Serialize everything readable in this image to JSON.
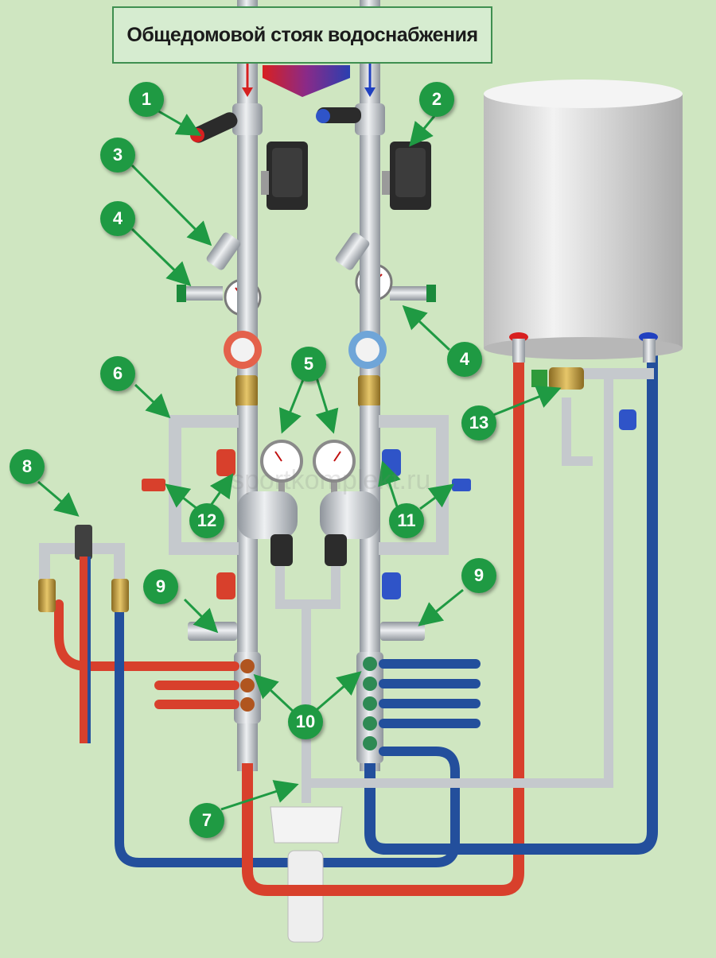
{
  "title": "Общедомовой стояк водоснабжения",
  "watermark": "sportkomplekt.ru",
  "callouts": [
    "1",
    "2",
    "3",
    "4",
    "4",
    "5",
    "6",
    "7",
    "8",
    "9",
    "9",
    "10",
    "11",
    "12",
    "13"
  ],
  "colors": {
    "background": "#cfe6c1",
    "hot_pipe": "#d8402c",
    "cold_pipe": "#234f9c",
    "fitting_metal": "#b9bec4",
    "callout_green": "#1f9a43",
    "boiler": "#d9d9d9"
  },
  "labels": {
    "n1": "1",
    "n2": "2",
    "n3": "3",
    "n4a": "4",
    "n4b": "4",
    "n5": "5",
    "n6": "6",
    "n7": "7",
    "n8": "8",
    "n9a": "9",
    "n9b": "9",
    "n10": "10",
    "n11": "11",
    "n12": "12",
    "n13": "13"
  }
}
